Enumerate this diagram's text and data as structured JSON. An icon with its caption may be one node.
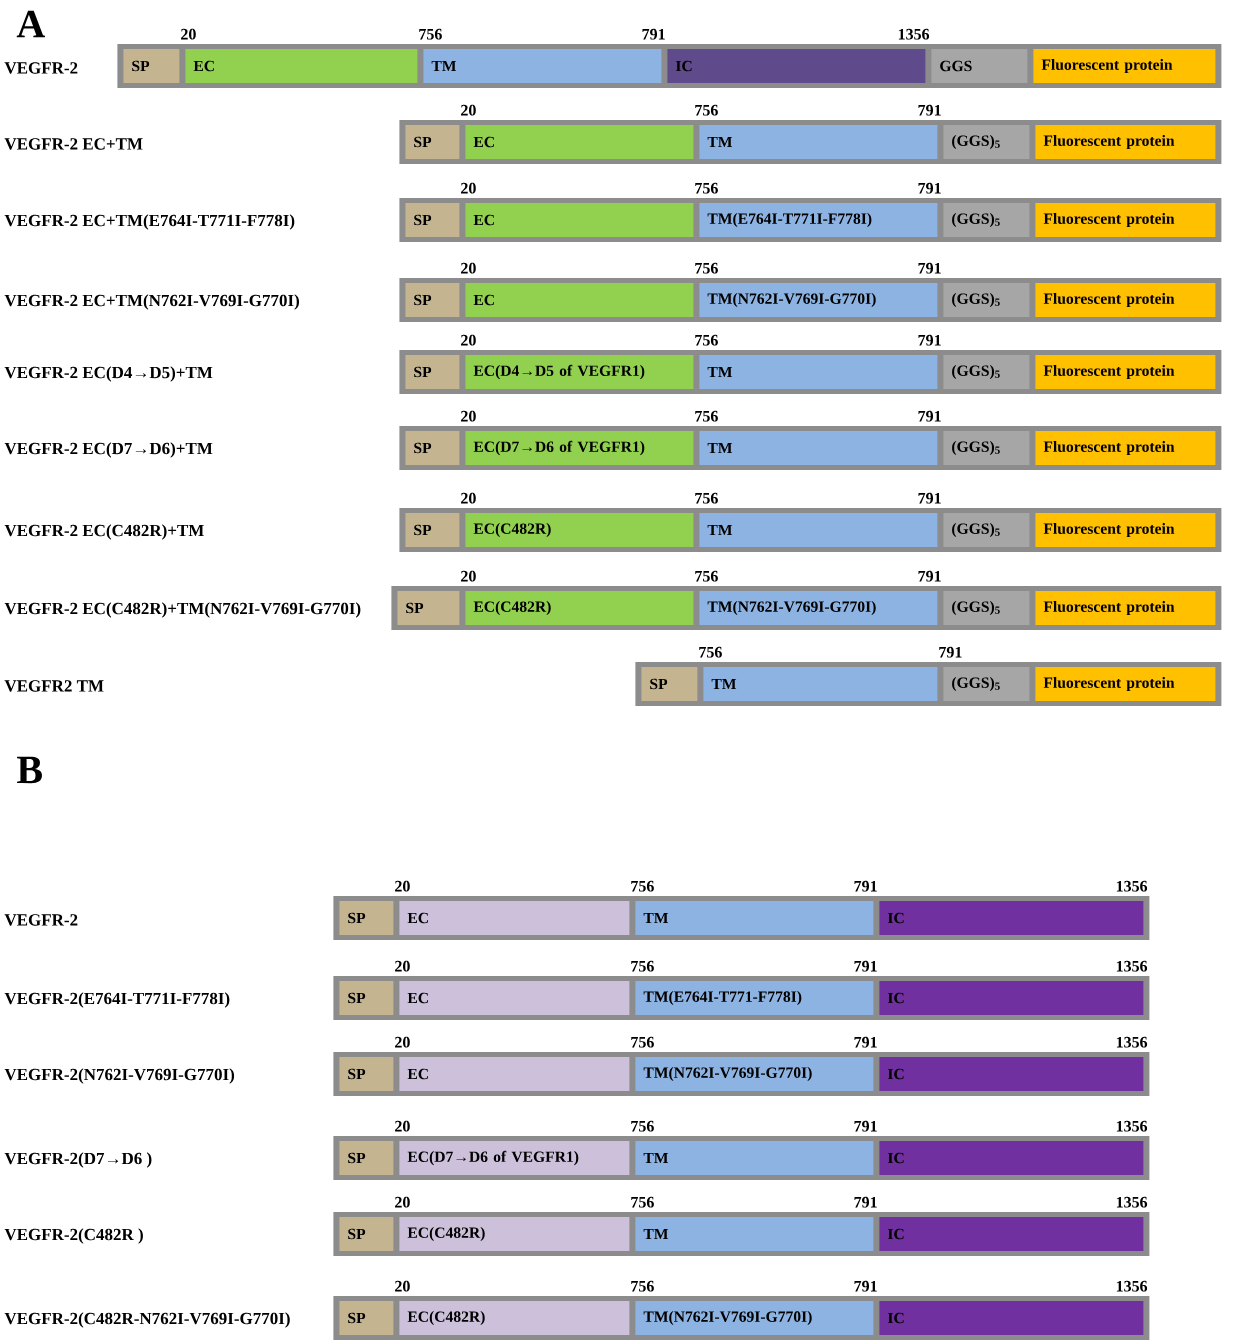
{
  "diagram": {
    "nodes": [
      {
        "text": [],
        "shape": "bar"
      },
      {
        "text": [
          "SP"
        ],
        "in": 0,
        "beside": [
          "20"
        ]
      },
      {
        "text": [
          "EC"
        ],
        "in": 0,
        "beside": [
          "756"
        ]
      },
      {
        "text": [
          "TM"
        ],
        "in": 0,
        "beside": [
          "791"
        ]
      },
      {
        "text": [
          "IC"
        ],
        "in": 0,
        "beside": [
          "1356"
        ]
      },
      {
        "text": [
          "GGS"
        ],
        "in": 0
      },
      {
        "text": [
          "Fluorescent protein"
        ],
        "in": 0
      },
      {
        "text": [],
        "shape": "bar"
      },
      {
        "text": [
          "SP"
        ],
        "in": 7,
        "beside": [
          "20"
        ]
      },
      {
        "text": [
          "EC"
        ],
        "in": 7,
        "beside": [
          "756"
        ]
      },
      {
        "text": [
          "TM"
        ],
        "in": 7,
        "beside": [
          "791"
        ]
      },
      {
        "text": [
          "(GGS)$_{5}$"
        ],
        "in": 7
      },
      {
        "text": [
          "Fluorescent protein"
        ],
        "in": 7
      },
      {
        "text": [],
        "shape": "bar"
      },
      {
        "text": [
          "SP"
        ],
        "in": 13,
        "beside": [
          "20"
        ]
      },
      {
        "text": [
          "EC"
        ],
        "in": 13,
        "beside": [
          "756"
        ]
      },
      {
        "text": [
          "TM(E764I-T771I-F778I)"
        ],
        "in": 13,
        "beside": [
          "791"
        ]
      },
      {
        "text": [
          "(GGS)$_{5}$"
        ],
        "in": 13
      },
      {
        "text": [
          "Fluorescent protein"
        ],
        "in": 13
      },
      {
        "text": [],
        "shape": "bar"
      },
      {
        "text": [
          "SP"
        ],
        "in": 19,
        "beside": [
          "20"
        ]
      },
      {
        "text": [
          "EC"
        ],
        "in": 19,
        "beside": [
          "756"
        ]
      },
      {
        "text": [
          "TM(N762I-V769I-G770I)"
        ],
        "in": 19,
        "beside": [
          "791"
        ]
      },
      {
        "text": [
          "(GGS)$_{5}$"
        ],
        "in": 19
      },
      {
        "text": [
          "Fluorescent protein"
        ],
        "in": 19
      },
      {
        "text": [],
        "shape": "bar"
      },
      {
        "text": [
          "SP"
        ],
        "in": 25,
        "beside": [
          "20"
        ]
      },
      {
        "text": [
          "EC(D4→D5 of VEGFR1)"
        ],
        "in": 25,
        "beside": [
          "756"
        ]
      },
      {
        "text": [
          "TM"
        ],
        "in": 25,
        "beside": [
          "791"
        ]
      },
      {
        "text": [
          "(GGS)$_{5}$"
        ],
        "in": 25
      },
      {
        "text": [
          "Fluorescent protein"
        ],
        "in": 25
      },
      {
        "text": [],
        "shape": "bar"
      },
      {
        "text": [
          "SP"
        ],
        "in": 31,
        "beside": [
          "20"
        ]
      },
      {
        "text": [
          "EC(D7→D6 of VEGFR1)"
        ],
        "in": 31,
        "beside": [
          "756"
        ]
      },
      {
        "text": [
          "TM"
        ],
        "in": 31,
        "beside": [
          "791"
        ]
      },
      {
        "text": [
          "(GGS)$_{5}$"
        ],
        "in": 31
      },
      {
        "text": [
          "Fluorescent protein"
        ],
        "in": 31
      },
      {
        "text": [],
        "shape": "bar"
      },
      {
        "text": [
          "SP"
        ],
        "in": 37,
        "beside": [
          "20"
        ]
      },
      {
        "text": [
          "EC(C482R)"
        ],
        "in": 37,
        "beside": [
          "756"
        ]
      },
      {
        "text": [
          "TM"
        ],
        "in": 37,
        "beside": [
          "791"
        ]
      },
      {
        "text": [
          "(GGS)$_{5}$"
        ],
        "in": 37
      },
      {
        "text": [
          "Fluorescent protein"
        ],
        "in": 37
      },
      {
        "text": [],
        "shape": "bar"
      },
      {
        "text": [
          "SP"
        ],
        "in": 43,
        "beside": [
          "20"
        ]
      },
      {
        "text": [
          "EC(C482R)"
        ],
        "in": 43,
        "beside": [
          "756"
        ]
      },
      {
        "text": [
          "TM(N762I-V769I-G770I)"
        ],
        "in": 43,
        "beside": [
          "791"
        ]
      },
      {
        "text": [
          "(GGS)$_{5}$"
        ],
        "in": 43
      },
      {
        "text": [
          "Fluorescent protein"
        ],
        "in": 43
      },
      {
        "text": [],
        "shape": "bar"
      },
      {
        "text": [
          "SP"
        ],
        "in": 49,
        "beside": [
          "756"
        ]
      },
      {
        "text": [
          "TM"
        ],
        "in": 49,
        "beside": [
          "791"
        ]
      },
      {
        "text": [
          "(GGS)$_{5}$"
        ],
        "in": 49
      },
      {
        "text": [
          "Fluorescent protein"
        ],
        "in": 49
      },
      {
        "text": [],
        "shape": "bar"
      },
      {
        "text": [
          "SP"
        ],
        "in": 54,
        "beside": [
          "20"
        ]
      },
      {
        "text": [
          "EC"
        ],
        "in": 54,
        "beside": [
          "756"
        ]
      },
      {
        "text": [
          "TM"
        ],
        "in": 54,
        "beside": [
          "791"
        ]
      },
      {
        "text": [
          "IC"
        ],
        "in": 54,
        "beside": [
          "1356"
        ]
      },
      {
        "text": [],
        "shape": "bar"
      },
      {
        "text": [
          "SP"
        ],
        "in": 59,
        "beside": [
          "20"
        ]
      },
      {
        "text": [
          "EC"
        ],
        "in": 59,
        "beside": [
          "756"
        ]
      },
      {
        "text": [
          "TM(E764I-T771-F778I)"
        ],
        "in": 59,
        "beside": [
          "791"
        ]
      },
      {
        "text": [
          "IC"
        ],
        "in": 59,
        "beside": [
          "1356"
        ]
      },
      {
        "text": [],
        "shape": "bar"
      },
      {
        "text": [
          "SP"
        ],
        "in": 64,
        "beside": [
          "20"
        ]
      },
      {
        "text": [
          "EC"
        ],
        "in": 64,
        "beside": [
          "756"
        ]
      },
      {
        "text": [
          "TM(N762I-V769I-G770I)"
        ],
        "in": 64,
        "beside": [
          "791"
        ]
      },
      {
        "text": [
          "IC"
        ],
        "in": 64,
        "beside": [
          "1356"
        ]
      },
      {
        "text": [],
        "shape": "bar"
      },
      {
        "text": [
          "SP"
        ],
        "in": 69,
        "beside": [
          "20"
        ]
      },
      {
        "text": [
          "EC(D7→D6 of VEGFR1)"
        ],
        "in": 69,
        "beside": [
          "756"
        ]
      },
      {
        "text": [
          "TM"
        ],
        "in": 69,
        "beside": [
          "791"
        ]
      },
      {
        "text": [
          "IC"
        ],
        "in": 69,
        "beside": [
          "1356"
        ]
      },
      {
        "text": [],
        "shape": "bar"
      },
      {
        "text": [
          "SP"
        ],
        "in": 74,
        "beside": [
          "20"
        ]
      },
      {
        "text": [
          "EC(C482R)"
        ],
        "in": 74,
        "beside": [
          "756"
        ]
      },
      {
        "text": [
          "TM"
        ],
        "in": 74,
        "beside": [
          "791"
        ]
      },
      {
        "text": [
          "IC"
        ],
        "in": 74,
        "beside": [
          "1356"
        ]
      },
      {
        "text": [],
        "shape": "bar"
      },
      {
        "text": [
          "SP"
        ],
        "in": 79,
        "beside": [
          "20"
        ]
      },
      {
        "text": [
          "EC(C482R)"
        ],
        "in": 79,
        "beside": [
          "756"
        ]
      },
      {
        "text": [
          "TM(N762I-V769I-G770I)"
        ],
        "in": 79,
        "beside": [
          "791"
        ]
      },
      {
        "text": [
          "IC"
        ],
        "in": 79,
        "beside": [
          "1356"
        ]
      }
    ],
    "labels": [
      "A",
      "VEGFR-2",
      "VEGFR-2 EC+TM",
      "VEGFR-2 EC+TM(E764I-T771I-F778I)",
      "VEGFR-2 EC+TM(N762I-V769I-G770I)",
      "VEGFR-2 EC(D4→D5)+TM",
      "VEGFR-2 EC(D7→D6)+TM",
      "VEGFR-2 EC(C482R)+TM",
      "VEGFR-2 EC(C482R)+TM(N762I-V769I-G770I)",
      "VEGFR2 TM",
      "B",
      "VEGFR-2",
      "VEGFR-2(E764I-T771I-F778I)",
      "VEGFR-2(N762I-V769I-G770I)",
      "VEGFR-2(D7→D6 )",
      "VEGFR-2(C482R )",
      "VEGFR-2(C482R-N762I-V769I-G770I)"
    ]
  }
}
